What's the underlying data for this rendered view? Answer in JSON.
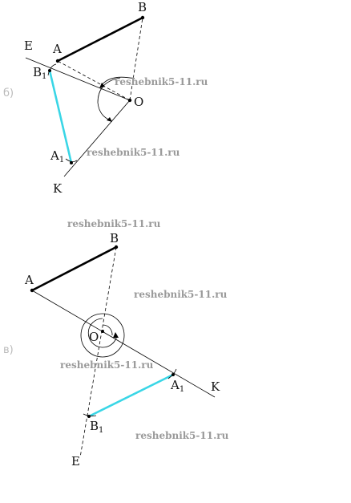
{
  "figure_b": {
    "part_label": "б)",
    "labels": {
      "A": "A",
      "B": "B",
      "B1": "B",
      "B1_sub": "1",
      "O": "O",
      "A1": "A",
      "A1_sub": "1",
      "E": "E",
      "K": "K"
    },
    "watermarks": [
      "reshebnik5-11.ru",
      "reshebnik5-11.ru"
    ]
  },
  "figure_v": {
    "part_label": "в)",
    "labels": {
      "A": "A",
      "B": "B",
      "O": "O",
      "A1": "A",
      "A1_sub": "1",
      "B1": "B",
      "B1_sub": "1",
      "K": "K",
      "E": "E"
    },
    "watermarks": [
      "reshebnik5-11.ru",
      "reshebnik5-11.ru",
      "reshebnik5-11.ru",
      "reshebnik5-11.ru"
    ]
  },
  "colors": {
    "segment": "#000000",
    "image_segment": "#3ad6e6",
    "thin_line": "#000000",
    "watermark": "#9a9a9a"
  }
}
